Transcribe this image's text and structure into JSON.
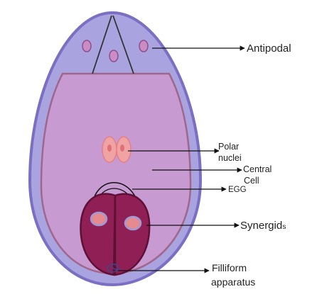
{
  "labels": {
    "antipodal": "Antipodal",
    "polar_line1": "Polar",
    "polar_line2": "nuclei",
    "central_line1": "Central",
    "central_line2": "Cell",
    "egg": "EGG",
    "synergids_main": "Synergid",
    "synergids_suffix": "s",
    "filliform_line1": "Filliform",
    "filliform_line2": "apparatus"
  },
  "colors": {
    "outer_fill": "#a9a4e0",
    "outer_stroke": "#7b6fc3",
    "central_fill": "#c79bd2",
    "central_stroke": "#a0668c",
    "antipodal_nucleus": "#c98cc4",
    "polar_fill": "#f0a3a3",
    "polar_nucleolus": "#e06f78",
    "synergid_fill": "#8f1f55",
    "synergid_stroke": "#5e1035",
    "synergid_nucleus": "#e58a8f",
    "synergid_nucleus_ring": "#9d9ad8",
    "arrow": "#111111"
  }
}
